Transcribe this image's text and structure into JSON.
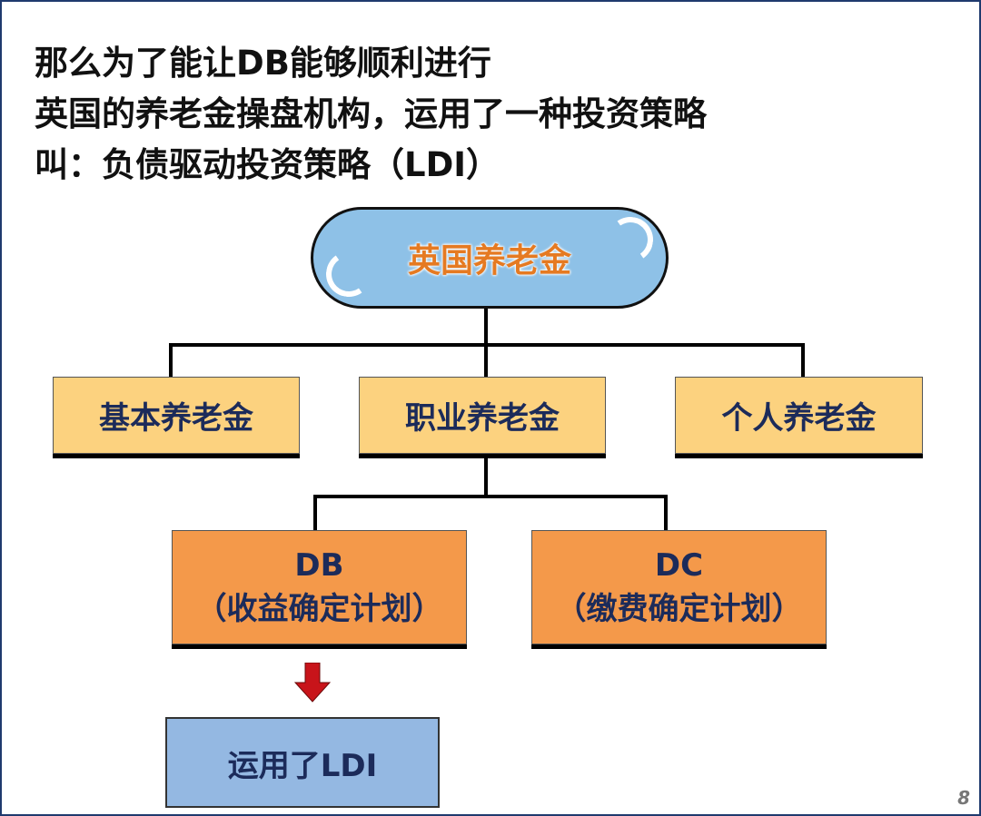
{
  "title_lines": [
    "那么为了能让DB能够顺利进行",
    "英国的养老金操盘机构，运用了一种投资策略",
    "叫：负债驱动投资策略（LDI）"
  ],
  "root": "英国养老金",
  "level1": [
    "基本养老金",
    "职业养老金",
    "个人养老金"
  ],
  "level2": [
    {
      "name": "DB",
      "desc": "（收益确定计划）"
    },
    {
      "name": "DC",
      "desc": "（缴费确定计划）"
    }
  ],
  "result": "运用了LDI",
  "page_number": "8",
  "colors": {
    "oval": "#8ec1e7",
    "yellow": "#fcd27f",
    "orange": "#f4994a",
    "blue": "#94b8e2",
    "arrow": "#c8141a",
    "text": "#1c2b5a"
  }
}
